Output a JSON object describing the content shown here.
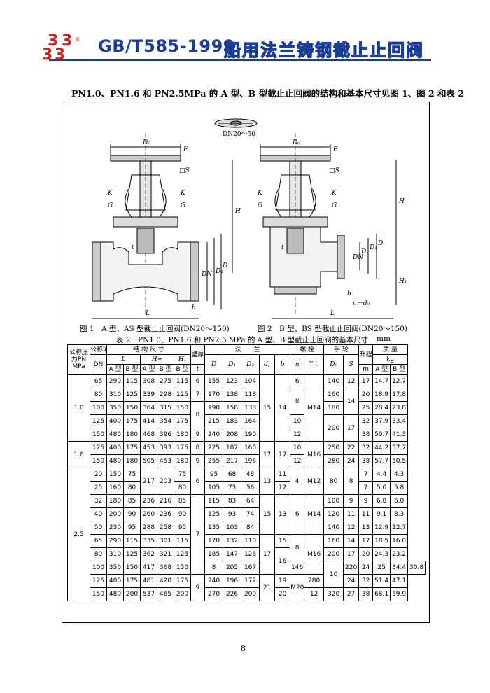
{
  "header": {
    "logo_digits": [
      "3",
      "3",
      "3",
      "3"
    ],
    "logo_reg": "®",
    "standard": "GB/T585-1999",
    "title": "船用法兰铸钢截止止回阀"
  },
  "intro": "PN1.0、PN1.6 和 PN2.5MPa 的 A 型、B 型截止止回阀的结构和基本尺寸见图 1、图 2 和表 2",
  "drawing": {
    "handwheel_label": "DN20～50",
    "labels": {
      "D0": "D₀",
      "E": "E",
      "S": "□S",
      "K": "K",
      "G": "G",
      "t": "t",
      "DN": "DN",
      "D2": "D₂",
      "D1": "D₁",
      "D": "D",
      "H": "H",
      "H1": "H₁",
      "L": "L",
      "b": "b",
      "n_d0": "n－d₀"
    }
  },
  "captions": {
    "fig1": "图 1　A 型、AS 型截止止回阀(DN20～150)",
    "fig2": "图 2　B 型、BS 型截止止回阀(DN20～150)",
    "table": "表 2　PN1.0、PN1.6 和 PN2.5 MPa 的 A 型、B 型截止止回阀的基本尺寸",
    "unit": "mm"
  },
  "table": {
    "headers": {
      "pressure": "公称压力PN MPa",
      "nominal": "公称通径",
      "structure": "结 构 尺 寸",
      "wall": "壁厚",
      "wall_sym": "t",
      "flange": "法　　兰",
      "bolt": "螺 栓",
      "wheel": "手 轮",
      "lift": "升程",
      "lift_unit": "m",
      "mass": "质 量",
      "mass_unit": "kg",
      "dn": "DN",
      "L": "L",
      "H": "H≈",
      "H1": "H₁",
      "A": "A 型",
      "B": "B 型",
      "D": "D",
      "D1": "D₁",
      "D2": "D₂",
      "dc": "d꜀",
      "b": "b",
      "n": "n",
      "th": "Th.",
      "D0": "D₀",
      "S": "S",
      "mA": "A 型",
      "mB": "B 型"
    },
    "pn": {
      "p10": "1.0",
      "p16": "1.6",
      "p25": "2.5"
    },
    "rows": [
      {
        "dn": "65",
        "la": "290",
        "lb": "115",
        "ha": "308",
        "hb": "275",
        "h1": "115",
        "t": "6",
        "d": "155",
        "d1": "123",
        "d2": "104",
        "n": "6",
        "d0": "140",
        "s": "12",
        "m": "17",
        "ma": "14.7",
        "mb": "12.7"
      },
      {
        "dn": "80",
        "la": "310",
        "lb": "125",
        "ha": "339",
        "hb": "298",
        "h1": "125",
        "t": "7",
        "d": "170",
        "d1": "138",
        "d2": "118",
        "d0": "160",
        "m": "20",
        "ma": "18.9",
        "mb": "17.8"
      },
      {
        "dn": "100",
        "la": "350",
        "lb": "150",
        "ha": "364",
        "hb": "315",
        "h1": "150",
        "d": "190",
        "d1": "158",
        "d2": "138",
        "d0": "180",
        "m": "25",
        "ma": "28.4",
        "mb": "23.8"
      },
      {
        "dn": "125",
        "la": "400",
        "lb": "175",
        "ha": "414",
        "hb": "354",
        "h1": "175",
        "d": "215",
        "d1": "183",
        "d2": "164",
        "m": "32",
        "ma": "37.9",
        "mb": "33.4"
      },
      {
        "dn": "150",
        "la": "480",
        "lb": "180",
        "ha": "468",
        "hb": "396",
        "h1": "180",
        "t": "9",
        "d": "240",
        "d1": "208",
        "d2": "190",
        "n": "12",
        "m": "38",
        "ma": "50.7",
        "mb": "41.3"
      },
      {
        "dn": "125",
        "la": "400",
        "lb": "175",
        "ha": "453",
        "hb": "393",
        "h1": "175",
        "t": "8",
        "d": "225",
        "d1": "187",
        "d2": "168",
        "b": "17",
        "n": "10",
        "d0": "250",
        "s": "22",
        "m": "32",
        "ma": "44.2",
        "mb": "37.7"
      },
      {
        "dn": "150",
        "la": "480",
        "lb": "180",
        "ha": "505",
        "hb": "453",
        "h1": "180",
        "t": "9",
        "d": "255",
        "d1": "217",
        "d2": "196",
        "n": "12",
        "d0": "280",
        "s": "24",
        "m": "38",
        "ma": "57.7",
        "mb": "50.5"
      },
      {
        "dn": "20",
        "la": "150",
        "lb": "75",
        "h1": "75",
        "d": "95",
        "d1": "68",
        "d2": "48",
        "b": "11",
        "m": "7",
        "ma": "4.4",
        "mb": "4.3"
      },
      {
        "dn": "25",
        "la": "160",
        "lb": "80",
        "h1": "80",
        "d": "105",
        "d1": "73",
        "d2": "56",
        "b": "12",
        "m": "7",
        "ma": "5.0",
        "mb": "5.8"
      },
      {
        "dn": "32",
        "la": "180",
        "lb": "85",
        "ha": "236",
        "hb": "216",
        "h1": "85",
        "d": "115",
        "d1": "83",
        "d2": "64",
        "d0": "100",
        "s": "9",
        "m": "9",
        "ma": "6.8",
        "mb": "6.0"
      },
      {
        "dn": "40",
        "la": "200",
        "lb": "90",
        "ha": "260",
        "hb": "236",
        "h1": "90",
        "d": "125",
        "d1": "93",
        "d2": "74",
        "d0": "120",
        "s": "11",
        "m": "11",
        "ma": "9.1",
        "mb": "8.3"
      },
      {
        "dn": "50",
        "la": "230",
        "lb": "95",
        "ha": "288",
        "hb": "258",
        "h1": "95",
        "d": "135",
        "d1": "103",
        "d2": "84",
        "d0": "140",
        "s": "12",
        "m": "13",
        "ma": "12.9",
        "mb": "12.7"
      },
      {
        "dn": "65",
        "la": "290",
        "lb": "115",
        "ha": "335",
        "hb": "301",
        "h1": "115",
        "d": "170",
        "d1": "132",
        "d2": "110",
        "b": "15",
        "d0": "160",
        "s": "14",
        "m": "17",
        "ma": "18.5",
        "mb": "16.0"
      },
      {
        "dn": "80",
        "la": "310",
        "lb": "125",
        "ha": "362",
        "hb": "321",
        "h1": "125",
        "d": "185",
        "d1": "147",
        "d2": "126",
        "d0": "200",
        "s": "17",
        "m": "20",
        "ma": "24.3",
        "mb": "23.2"
      },
      {
        "dn": "100",
        "la": "350",
        "lb": "150",
        "ha": "417",
        "hb": "368",
        "h1": "150",
        "t": "8",
        "d": "205",
        "d1": "167",
        "d2": "146",
        "d0": "220",
        "s": "24",
        "m": "25",
        "ma": "34.4",
        "mb": "30.8"
      },
      {
        "dn": "125",
        "la": "400",
        "lb": "175",
        "ha": "481",
        "hb": "420",
        "h1": "175",
        "d": "240",
        "d1": "196",
        "d2": "172",
        "b": "19",
        "d0": "280",
        "s": "24",
        "m": "32",
        "ma": "51.4",
        "mb": "47.1"
      },
      {
        "dn": "150",
        "la": "480",
        "lb": "200",
        "ha": "537",
        "hb": "465",
        "h1": "200",
        "d": "270",
        "d1": "226",
        "d2": "200",
        "b": "20",
        "n": "12",
        "d0": "320",
        "s": "27",
        "m": "38",
        "ma": "68.1",
        "mb": "59.9"
      }
    ],
    "merged": {
      "p10_n8": "8",
      "p10_t8": "8",
      "p10_dc": "15",
      "p10_b": "14",
      "p10_n10": "10",
      "p10_th": "M14",
      "p10_s14": "14",
      "p10_d0_200": "200",
      "p10_s17": "17",
      "p16_dc": "17",
      "p16_th": "M16",
      "p25_h_a": "217",
      "p25_h_b": "203",
      "p25_t6": "6",
      "p25_dc13": "13",
      "p25_n4": "4",
      "p25_th12": "M12",
      "p25_d0_80": "80",
      "p25_s8": "8",
      "p25_t7": "7",
      "p25_dc15": "15",
      "p25_b13": "13",
      "p25_n6": "6",
      "p25_th14": "M14",
      "p25_t9": "9",
      "p25_dc17": "17",
      "p25_dc21": "21",
      "p25_n8": "8",
      "p25_th16": "M16",
      "p25_b16": "16",
      "p25_n10": "10",
      "p25_th20": "M20"
    }
  },
  "page_number": "8",
  "colors": {
    "logo": "#d42020",
    "title": "#1a3e96"
  }
}
